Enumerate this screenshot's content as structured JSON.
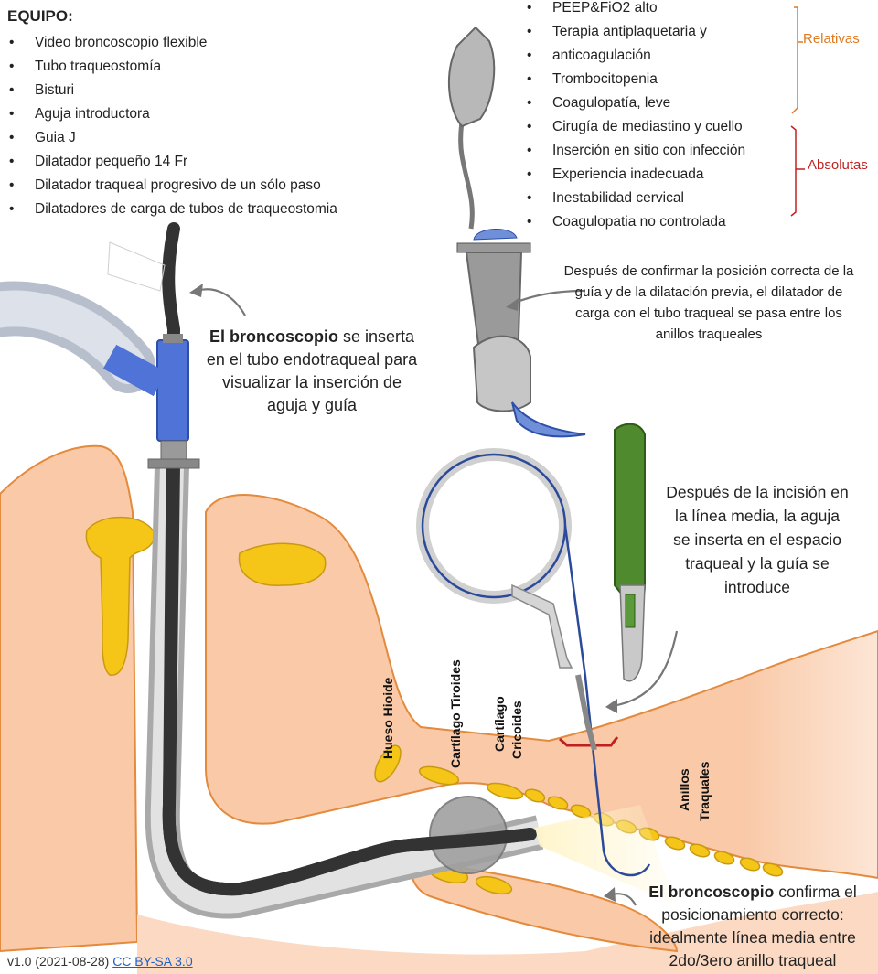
{
  "equipment": {
    "title": "EQUIPO:",
    "items": [
      "Video broncoscopio flexible",
      "Tubo traqueostomía",
      "Bisturi",
      "Aguja introductora",
      "Guia J",
      "Dilatador pequeño 14 Fr",
      "Dilatador traqueal progresivo de un sólo paso",
      "Dilatadores de carga de tubos de traqueostomia"
    ]
  },
  "contraindications": {
    "items": [
      "PEEP&FiO2 alto",
      "Terapia antiplaquetaria y",
      "anticoagulación",
      "Trombocitopenia",
      "Coagulopatía, leve",
      "Cirugía de mediastino y cuello",
      "Inserción en sitio con infección",
      "Experiencia inadecuada",
      "Inestabilidad cervical",
      "Coagulopatia no controlada"
    ],
    "relative_label": "Relativas",
    "absolute_label": "Absolutas"
  },
  "callouts": {
    "bronchoscope_insert": {
      "bold": "El broncoscopio",
      "rest": " se inserta en el tubo endotraqueal para visualizar la inserción de aguja y guía"
    },
    "dilator_pass": "Después de confirmar la posición correcta de la guía y de la dilatación previa, el dilatador de carga con el tubo traqueal se pasa entre los anillos traqueales",
    "needle_insert": "Después de la incisión en la línea media, la aguja se inserta en el espacio traqueal y la guía se introduce",
    "bronchoscope_confirm": {
      "bold": "El broncoscopio",
      "line1_rest": " confirma el",
      "line2": "posicionamiento correcto:",
      "line3": "idealmente línea media entre",
      "line4": "2do/3ero anillo traqueal"
    }
  },
  "anatomy_labels": {
    "hyoid": "Hueso Hioide",
    "thyroid": "Cartílago Tiroides",
    "cricoid_1": "Cartílago",
    "cricoid_2": "Cricoides",
    "rings_1": "Anillos",
    "rings_2": "Traquales"
  },
  "footer": {
    "version": "v1.0 (2021-08-28) ",
    "license": "CC BY-SA 3.0"
  },
  "colors": {
    "tissue": "#f9c9a8",
    "tissue_edge": "#e48a3c",
    "cartilage": "#f5c518",
    "dilator_blue": "#6f8fd8",
    "scalpel_green": "#4f8a2e",
    "bronchoscope": "#333333",
    "relative": "#e0791f",
    "absolute": "#c0211f"
  }
}
